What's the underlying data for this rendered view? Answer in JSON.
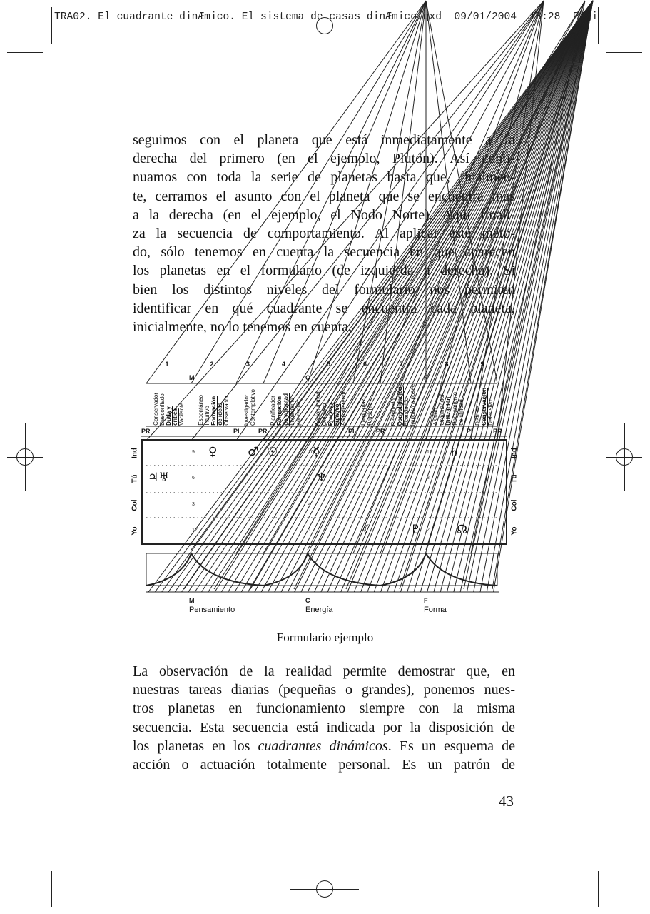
{
  "print_header": "TRA02. El cuadrante dinÆmico. El sistema de casas dinÆmico.qxd  09/01/2004  18:28  PÆgi",
  "paragraph1": [
    "seguimos con el planeta que está inmediatamente a la",
    "derecha del primero (en el ejemplo, Plutón). Así conti-",
    "nuamos con toda la serie de planetas hasta que, finalmen-",
    "te, cerramos el asunto con el planeta que se encuentra más",
    "a la derecha (en el ejemplo, el Nodo Norte). Aquí finali-",
    "za la secuencia de comportamiento. Al aplicar este méto-",
    "do, sólo tenemos en cuenta la secuencia en que aparecen",
    "los planetas en el formulario (de izquierda a derecha). Si",
    "bien los distintos niveles del formulario nos permiten",
    "identificar en qué cuadrante se encuentra cada planeta,",
    "inicialmente, no lo tenemos en cuenta."
  ],
  "figure": {
    "caption": "Formulario ejemplo",
    "columns": [
      {
        "number": "1",
        "labels": [
          {
            "t": "Conservador"
          },
          {
            "t": "Desconfiado"
          },
          {
            "t": "Duda y",
            "b": true
          },
          {
            "t": "crítica",
            "b": true
          },
          {
            "t": "Vacilante"
          }
        ]
      },
      {
        "number": "2",
        "labels": [
          {
            "t": "Espontáneo"
          },
          {
            "t": "Intuitivo"
          },
          {
            "t": "Formación",
            "b": true
          },
          {
            "t": "de ideas",
            "b": true
          },
          {
            "t": "Observador"
          }
        ]
      },
      {
        "number": "3",
        "labels": [
          {
            "t": "Investigador"
          },
          {
            "t": "Contemplativo"
          }
        ]
      },
      {
        "number": "4",
        "labels": [
          {
            "t": "Planificador"
          },
          {
            "t": "Formación",
            "b": true
          },
          {
            "t": "de voluntad",
            "b": true
          },
          {
            "t": "Impaciente"
          },
          {
            "t": "por rendir"
          }
        ]
      },
      {
        "number": "5",
        "labels": [
          {
            "t": "Acción inmed."
          },
          {
            "t": "Ofensivo"
          },
          {
            "t": "Proceso",
            "b": true
          },
          {
            "t": "creativo",
            "b": true
          },
          {
            "t": "Afán de rendir"
          }
        ]
      },
      {
        "number": "6",
        "labels": [
          {
            "t": "Largo plazo"
          },
          {
            "t": "Prudente"
          }
        ]
      },
      {
        "number": "7",
        "labels": [
          {
            "t": "Resignado"
          },
          {
            "t": "Consolidación",
            "b": true
          },
          {
            "t": "Económico"
          },
          {
            "t": "Impulso a poseer"
          }
        ]
      },
      {
        "number": "8",
        "labels": [
          {
            "t": "Asiduo"
          },
          {
            "t": "Organizador"
          },
          {
            "t": "Utilización",
            "b": true
          },
          {
            "t": "Pensamiento"
          },
          {
            "t": "de utilidad"
          }
        ]
      },
      {
        "number": "9",
        "labels": [
          {
            "t": "Disfrute"
          },
          {
            "t": "Conservación",
            "b": true
          },
          {
            "t": "Defensivo"
          }
        ]
      }
    ],
    "markers": [
      "M",
      "C",
      "F"
    ],
    "pr_pi": [
      "PR",
      "PI",
      "PR",
      "PI",
      "PR",
      "PI",
      "PR"
    ],
    "rows": [
      "Ind",
      "Tú",
      "Col",
      "Yo"
    ],
    "house_numbers": [
      [
        "9",
        "6",
        "3",
        "12"
      ],
      [
        "10",
        "7",
        "4",
        "1"
      ],
      [
        "11",
        "8",
        "5",
        "2"
      ]
    ],
    "planets": [
      {
        "name": "venus",
        "glyph": "♀",
        "col": 2,
        "row": 0
      },
      {
        "name": "mars",
        "glyph": "♂",
        "col": 3,
        "row": 0
      },
      {
        "name": "sun",
        "glyph": "☉",
        "col": 4,
        "row": 0
      },
      {
        "name": "mercury",
        "glyph": "☿",
        "col": 5,
        "row": 0
      },
      {
        "name": "jupiter-uranus",
        "glyph": "♃♅",
        "col": 1,
        "row": 1
      },
      {
        "name": "neptune",
        "glyph": "♆",
        "col": 5,
        "row": 1
      },
      {
        "name": "moon",
        "glyph": "☾",
        "col": 6,
        "row": 3
      },
      {
        "name": "pluto",
        "glyph": "♇",
        "col": 7,
        "row": 3
      },
      {
        "name": "saturn",
        "glyph": "♄",
        "col": 8,
        "row": 0
      },
      {
        "name": "north-node",
        "glyph": "☊",
        "col": 8,
        "row": 3
      }
    ],
    "axis": [
      {
        "letter": "M",
        "label": "Pensamiento"
      },
      {
        "letter": "C",
        "label": "Energía"
      },
      {
        "letter": "F",
        "label": "Forma"
      }
    ]
  },
  "paragraph2": [
    "La observación de la realidad permite demostrar que, en",
    "nuestras tareas diarias (pequeñas o grandes), ponemos nues-",
    "tros planetas en funcionamiento siempre con la misma",
    "secuencia. Esta secuencia está indicada por la disposición de"
  ],
  "paragraph2_line5": {
    "before": "los planetas en los ",
    "italic": "cuadrantes dinámicos",
    "after": ". Es un esquema de"
  },
  "paragraph2_line6": "acción o actuación totalmente personal. Es un patrón de",
  "page_number": "43"
}
